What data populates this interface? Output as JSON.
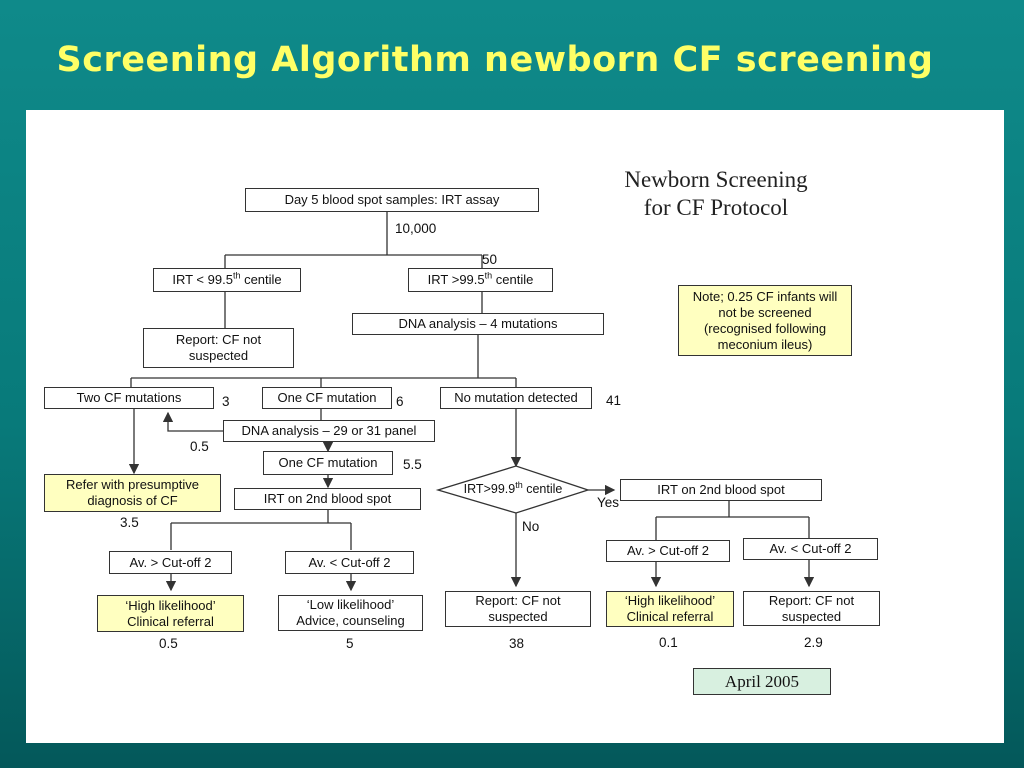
{
  "slide": {
    "title": "Screening Algorithm newborn CF screening"
  },
  "protocol": {
    "title_line1": "Newborn Screening",
    "title_line2": "for CF Protocol",
    "note": "Note; 0.25 CF infants will not be screened (recognised following meconium ileus)",
    "date": "April 2005"
  },
  "nodes": {
    "start": "Day 5 blood spot samples: IRT assay",
    "irt_low_pre": "IRT < 99.5",
    "irt_low_sup": "th",
    "irt_low_post": " centile",
    "irt_high_pre": "IRT >99.5",
    "irt_high_sup": "th",
    "irt_high_post": " centile",
    "report_not_suspected_1": "Report: CF not suspected",
    "dna4": "DNA analysis – 4 mutations",
    "two_mut": "Two CF mutations",
    "one_mut": "One CF mutation",
    "no_mut": "No mutation detected",
    "dna_panel": "DNA analysis – 29 or 31 panel",
    "one_mut_2": "One CF mutation",
    "refer": "Refer with presumptive diagnosis of CF",
    "irt2_left": "IRT on 2nd blood spot",
    "diamond_pre": "IRT>99.9",
    "diamond_sup": "th",
    "diamond_post": " centile",
    "irt2_right": "IRT on 2nd blood spot",
    "av_gt_left": "Av. > Cut-off 2",
    "av_lt_left": "Av. < Cut-off 2",
    "av_gt_right": "Av. > Cut-off 2",
    "av_lt_right": "Av. < Cut-off 2",
    "high_left": "‘High likelihood’ Clinical referral",
    "low_left": "‘Low  likelihood’ Advice, counseling",
    "report_not_suspected_2": "Report: CF not suspected",
    "high_right": "‘High likelihood’ Clinical referral",
    "report_not_suspected_3": "Report: CF not suspected"
  },
  "labels": {
    "n_10000": "10,000",
    "n_50": "50",
    "n_3": "3",
    "n_6": "6",
    "n_41": "41",
    "n_05a": "0.5",
    "n_55": "5.5",
    "n_35": "3.5",
    "yes": "Yes",
    "no": "No",
    "n_05b": "0.5",
    "n_5": "5",
    "n_38": "38",
    "n_01": "0.1",
    "n_29": "2.9"
  },
  "colors": {
    "background": "#0f8a8a",
    "title": "#ffff66",
    "highlight_box": "#ffffc0",
    "date_box": "#d8f0e0"
  }
}
